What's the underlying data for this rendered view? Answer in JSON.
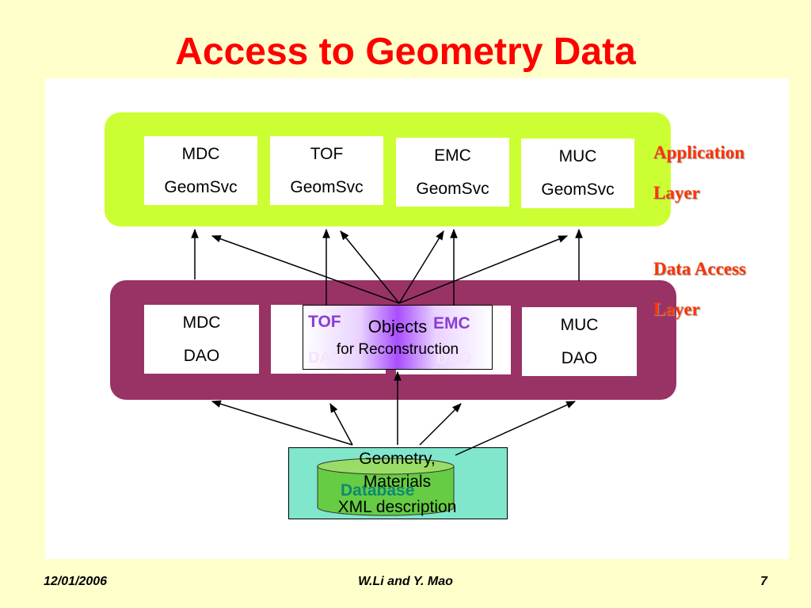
{
  "slide": {
    "title": "Access to Geometry Data"
  },
  "application_layer": {
    "label_line1": "Application",
    "label_line2": "Layer",
    "services": [
      {
        "line1": "MDC",
        "line2": "GeomSvc"
      },
      {
        "line1": "TOF",
        "line2": "GeomSvc"
      },
      {
        "line1": "EMC",
        "line2": "GeomSvc"
      },
      {
        "line1": "MUC",
        "line2": "GeomSvc"
      }
    ]
  },
  "data_access_layer": {
    "label_line1": "Data Access",
    "label_line2": "Layer",
    "daos": [
      {
        "line1": "MDC",
        "line2": "DAO"
      },
      {
        "line1": "TOF",
        "line2": "DAO"
      },
      {
        "line1": "EMC",
        "line2": "DAO"
      },
      {
        "line1": "MUC",
        "line2": "DAO"
      }
    ]
  },
  "objects_box": {
    "line1": "Objects",
    "line2": "for Reconstruction"
  },
  "database": {
    "label": "Database",
    "line1": "Geometry,",
    "line2": "Materials",
    "line3": "XML description"
  },
  "footer": {
    "date": "12/01/2006",
    "authors": "W.Li and Y. Mao",
    "page": "7"
  },
  "colors": {
    "background": "#ffffcc",
    "title": "#ff0000",
    "application_layer": "#ccff33",
    "data_access_layer": "#993366",
    "layer_label": "#ff3300",
    "database": "#80e6cc",
    "cylinder": "#66cc44"
  }
}
